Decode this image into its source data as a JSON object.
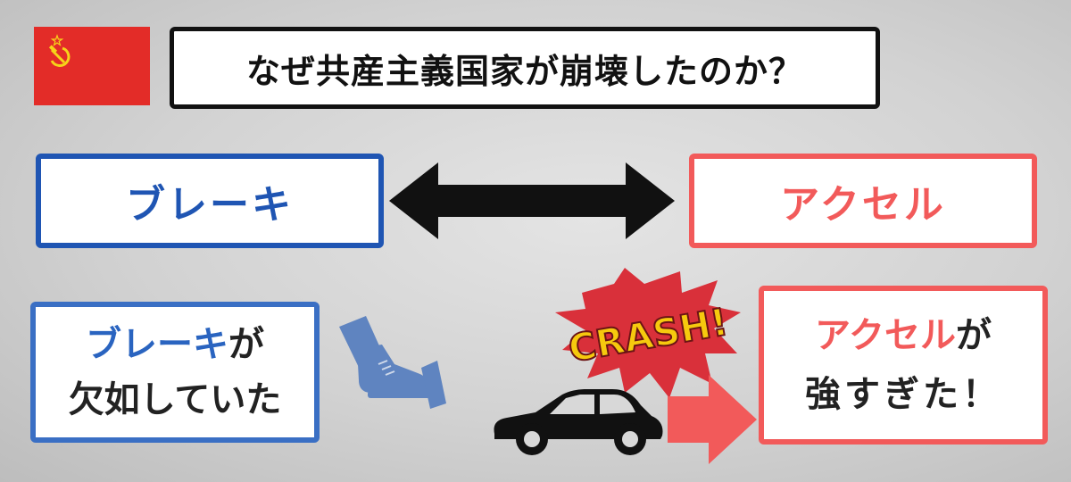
{
  "colors": {
    "flag_red": "#e32c28",
    "flag_gold": "#f6d31a",
    "brake_blue": "#1f55b3",
    "accel_red": "#f25a5a",
    "crash_burst_red": "#d9303a",
    "crash_text_yellow": "#f6c90e",
    "arrow_black": "#111111",
    "car_black": "#111111",
    "pedal_blue": "#5f84c0"
  },
  "header": {
    "flag_icon": "soviet-flag-icon",
    "title": "なぜ共産主義国家が崩壊したのか？"
  },
  "top_row": {
    "brake_label": "ブレーキ",
    "arrow_icon": "double-headed-arrow-icon",
    "accel_label": "アクセル"
  },
  "bottom_left": {
    "highlight": "ブレーキ",
    "suffix": "が",
    "line2": "欠如していた",
    "pedal_icon": "foot-on-pedal-icon"
  },
  "bottom_right": {
    "crash_text": "CRASH!",
    "car_icon": "car-icon",
    "arrow_icon": "right-arrow-icon",
    "highlight": "アクセル",
    "suffix": "が",
    "line2": "強すぎた！"
  }
}
